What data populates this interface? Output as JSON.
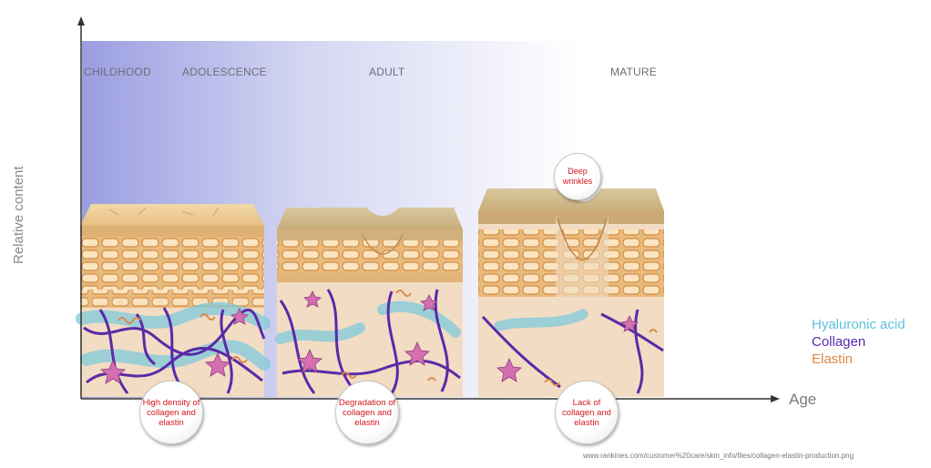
{
  "stages": {
    "childhood": "CHILDHOOD",
    "adolescence": "ADOLESCENCE",
    "adult": "ADULT",
    "mature": "MATURE"
  },
  "axes": {
    "y_label": "Relative content",
    "x_label": "Age"
  },
  "legend": {
    "hyaluronic_acid": "Hyaluronic acid",
    "collagen": "Collagen",
    "elastin": "Elastin"
  },
  "bubbles": {
    "young": "High density of collagen and elastin",
    "adult": "Degradation of collagen and elastin",
    "mature": "Lack of collagen and elastin",
    "wrinkles": "Deep wrinkles"
  },
  "colors": {
    "hyaluronic_acid": "#5fc0dc",
    "collagen": "#5a2aa8",
    "elastin": "#d98a4a",
    "bubble_text": "#d4171d",
    "gradient_start": "#9a9ee0"
  },
  "source": "www.rankines.com/customer%20care/skin_info/files/collagen-elastin-production.png"
}
